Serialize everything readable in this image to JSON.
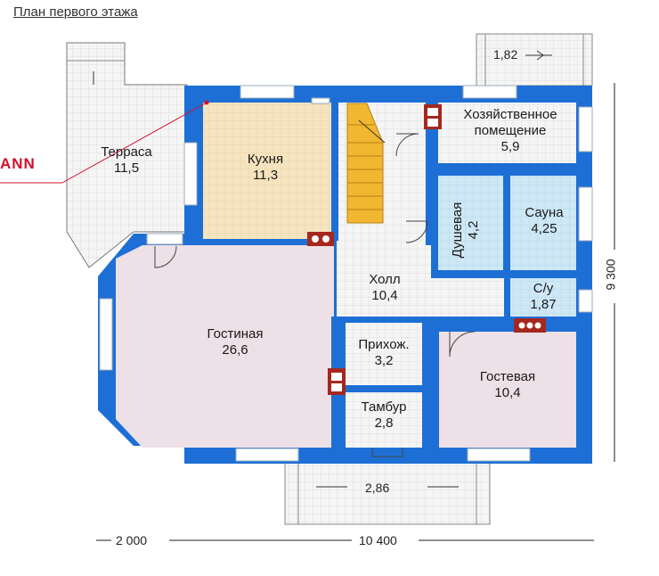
{
  "title": "План первого этажа",
  "brand": "ANN",
  "rooms": {
    "terrace": {
      "name": "Терраса",
      "area": "11,5"
    },
    "kitchen": {
      "name": "Кухня",
      "area": "11,3"
    },
    "utility": {
      "name1": "Хозяйственное",
      "name2": "помещение",
      "area": "5,9"
    },
    "shower": {
      "name": "Душевая",
      "area": "4,2"
    },
    "sauna": {
      "name": "Сауна",
      "area": "4,25"
    },
    "hall": {
      "name": "Холл",
      "area": "10,4"
    },
    "wc": {
      "name": "С/у",
      "area": "1,87"
    },
    "living": {
      "name": "Гостиная",
      "area": "26,6"
    },
    "entry": {
      "name": "Прихож.",
      "area": "3,2"
    },
    "vestibule": {
      "name": "Тамбур",
      "area": "2,8"
    },
    "guest": {
      "name": "Гостевая",
      "area": "10,4"
    }
  },
  "dimensions": {
    "porch_top": "1,82",
    "porch_bottom": "2,86",
    "width_left": "2 000",
    "width_main": "10 400",
    "height_total": "9 300"
  },
  "colors": {
    "wall": "#1d6fd6",
    "floor": "#f3f3f3",
    "kitchen": "#f4e3bf",
    "living": "#ede0e6",
    "wet": "#c6e3f2",
    "stair": "#f2b731",
    "stove": "#a5281e"
  }
}
